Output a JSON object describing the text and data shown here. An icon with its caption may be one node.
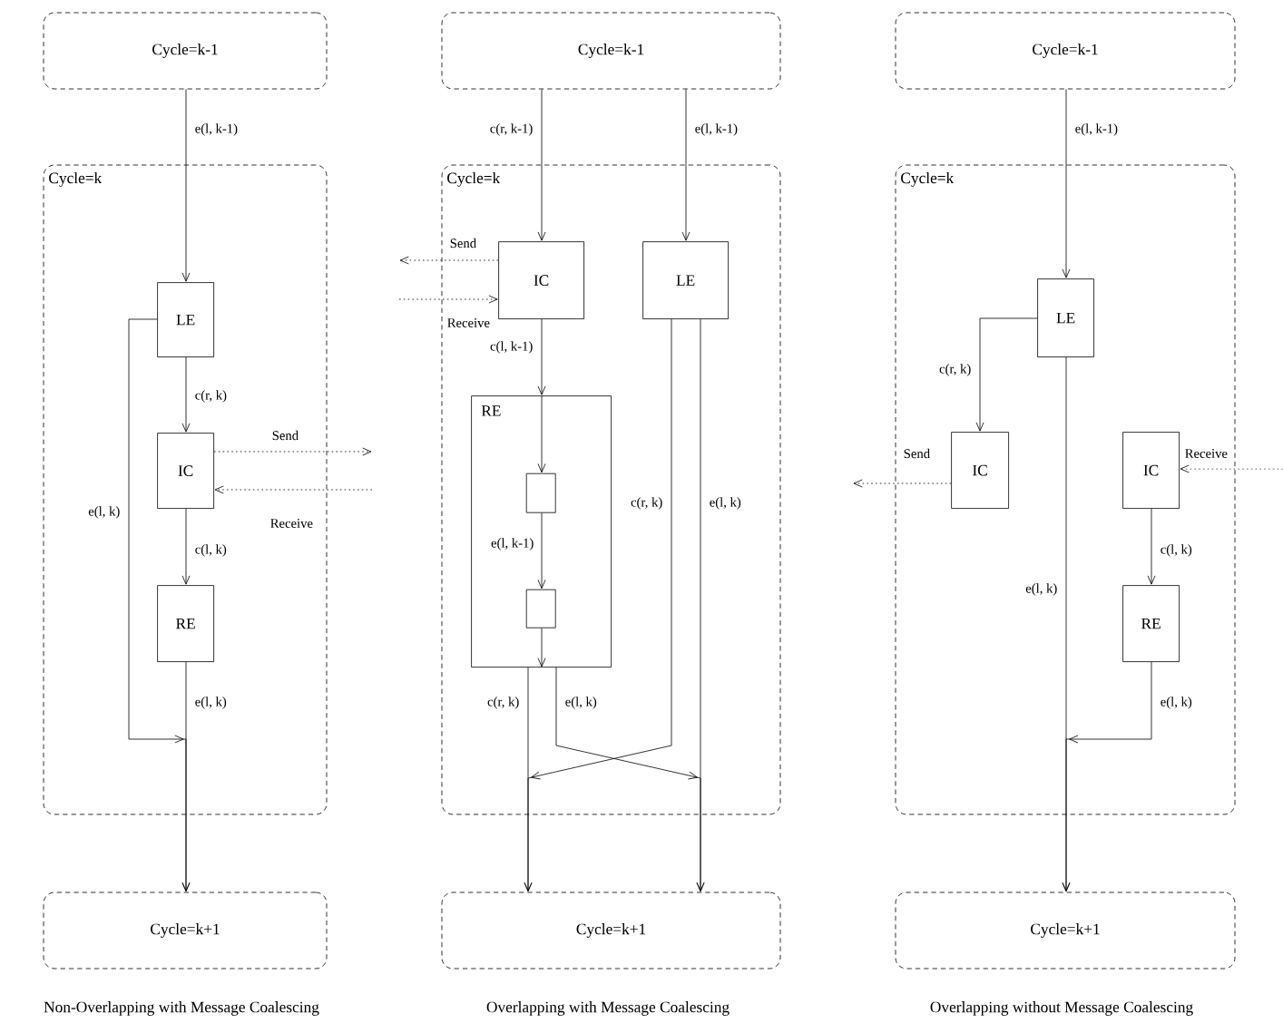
{
  "diagram": {
    "nodes": [
      {
        "text": [
          "Cycle=k-1"
        ]
      },
      {
        "text": [
          "Cycle=k"
        ]
      },
      {
        "text": [
          "LE"
        ],
        "in": 1
      },
      {
        "text": [
          "IC"
        ],
        "in": 1
      },
      {
        "text": [
          "RE"
        ],
        "in": 1
      },
      {
        "text": [
          "Cycle=k+1"
        ]
      },
      {
        "text": [
          "Cycle=k-1"
        ]
      },
      {
        "text": [
          "Cycle=k"
        ]
      },
      {
        "text": [
          "IC"
        ],
        "in": 7
      },
      {
        "text": [
          "LE"
        ],
        "in": 7
      },
      {
        "text": [
          "RE"
        ],
        "in": 7
      },
      {
        "text": [],
        "shape": "box",
        "in": 10
      },
      {
        "text": [],
        "shape": "box",
        "in": 10
      },
      {
        "text": [
          "Cycle=k+1"
        ]
      },
      {
        "text": [
          "Cycle=k-1"
        ]
      },
      {
        "text": [
          "Cycle=k"
        ]
      },
      {
        "text": [
          "LE"
        ],
        "in": 15
      },
      {
        "text": [
          "IC"
        ],
        "in": 15
      },
      {
        "text": [
          "IC"
        ],
        "in": 15
      },
      {
        "text": [
          "RE"
        ],
        "in": 15
      },
      {
        "text": [
          "Cycle=k+1"
        ]
      }
    ],
    "edges": [
      {
        "from": 0,
        "to": 2,
        "arrow": "to",
        "label": "e(l, k-1)"
      },
      {
        "from": 2,
        "to": 3,
        "arrow": "to",
        "label": "c(r, k)"
      },
      {
        "from": 3,
        "to": null,
        "arrow": "to",
        "label": "Send",
        "style": "dashed"
      },
      {
        "from": null,
        "to": 3,
        "arrow": "to",
        "label": "Receive",
        "style": "dashed"
      },
      {
        "from": 3,
        "to": 4,
        "arrow": "to",
        "label": "c(l, k)"
      },
      {
        "from": 2,
        "to": 5,
        "arrow": "to",
        "label": "e(l, k)"
      },
      {
        "from": 4,
        "to": 5,
        "arrow": "to",
        "label": "e(l, k)"
      },
      {
        "from": 6,
        "to": 8,
        "arrow": "to",
        "label": "c(r, k-1)"
      },
      {
        "from": 6,
        "to": 9,
        "arrow": "to",
        "label": "e(l, k-1)"
      },
      {
        "from": 8,
        "to": null,
        "arrow": "to",
        "label": "Send",
        "style": "dashed"
      },
      {
        "from": null,
        "to": 8,
        "arrow": "to",
        "label": "Receive",
        "style": "dashed"
      },
      {
        "from": 8,
        "to": 10,
        "arrow": "to",
        "label": "c(l, k-1)"
      },
      {
        "from": 10,
        "to": 11,
        "arrow": "to"
      },
      {
        "from": 11,
        "to": 12,
        "arrow": "to",
        "label": "e(l, k-1)"
      },
      {
        "from": 12,
        "to": 10,
        "arrow": "to"
      },
      {
        "from": 10,
        "to": 13,
        "arrow": "to",
        "label": "c(r, k)"
      },
      {
        "from": 10,
        "to": 13,
        "arrow": "to",
        "label": "e(l, k)"
      },
      {
        "from": 9,
        "to": 13,
        "arrow": "to",
        "label": "c(r, k)"
      },
      {
        "from": 9,
        "to": 13,
        "arrow": "to",
        "label": "e(l, k)"
      },
      {
        "from": 14,
        "to": 16,
        "arrow": "to",
        "label": "e(l, k-1)"
      },
      {
        "from": 16,
        "to": 17,
        "arrow": "to",
        "label": "c(r, k)"
      },
      {
        "from": 17,
        "to": null,
        "arrow": "to",
        "label": "Send",
        "style": "dashed"
      },
      {
        "from": null,
        "to": 18,
        "arrow": "to",
        "label": "Receive",
        "style": "dashed"
      },
      {
        "from": 18,
        "to": 19,
        "arrow": "to",
        "label": "c(l, k)"
      },
      {
        "from": 16,
        "to": 20,
        "arrow": "to",
        "label": "e(l, k)"
      },
      {
        "from": 19,
        "to": 20,
        "arrow": "to",
        "label": "e(l, k)"
      }
    ],
    "labels": [
      "Non-Overlapping with Message Coalescing",
      "Overlapping with Message Coalescing",
      "Overlapping without Message Coalescing"
    ]
  }
}
